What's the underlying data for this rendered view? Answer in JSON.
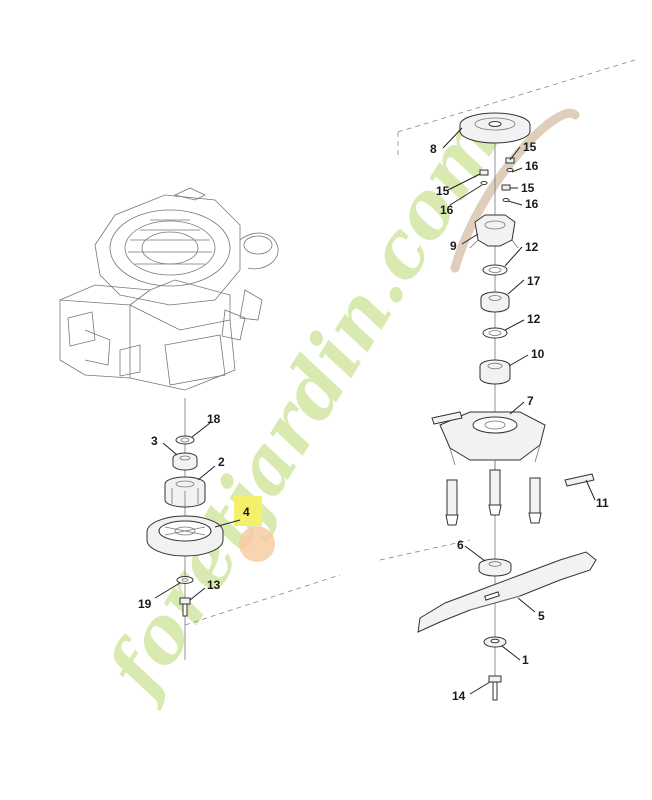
{
  "watermark": {
    "text": "foretjardin.com",
    "color_green": "#d4e8a8",
    "color_orange": "#f6c79a",
    "color_brown": "#dcc9b4"
  },
  "highlight_color": "#f5f06a",
  "parts": {
    "p1": "1",
    "p2": "2",
    "p3": "3",
    "p4": "4",
    "p5": "5",
    "p6": "6",
    "p7": "7",
    "p8": "8",
    "p9": "9",
    "p10": "10",
    "p11": "11",
    "p12a": "12",
    "p12b": "12",
    "p13": "13",
    "p14": "14",
    "p15a": "15",
    "p15b": "15",
    "p15c": "15",
    "p16a": "16",
    "p16b": "16",
    "p16c": "16",
    "p17": "17",
    "p18": "18",
    "p19": "19"
  }
}
